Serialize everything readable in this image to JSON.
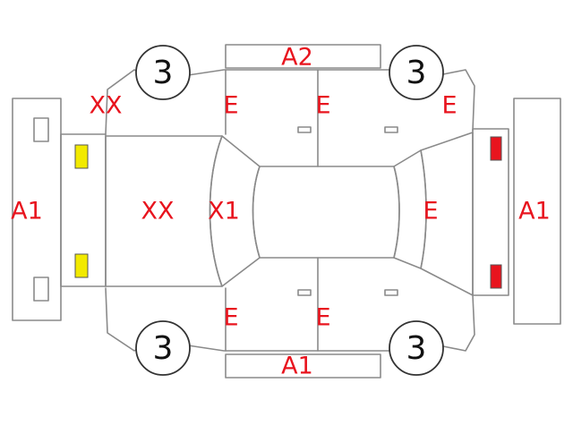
{
  "colors": {
    "label": "#e8141e",
    "outline": "#8a8a8a",
    "front_lamp": "#f2ea00",
    "rear_lamp": "#e8141e",
    "tire_text": "#111111"
  },
  "labels": {
    "left_bumper": "A1",
    "right_bumper": "A1",
    "top_sill": "A2",
    "bottom_sill": "A1",
    "front_fender_top": "XX",
    "hood": "XX",
    "windshield": "X1",
    "front_door_top": "E",
    "rear_door_top": "E",
    "rear_quarter_top": "E",
    "roof_rear": "E",
    "front_door_bottom": "E",
    "rear_door_bottom": "E"
  },
  "tires": {
    "front_left": "3",
    "rear_left": "3",
    "front_right": "3",
    "rear_right": "3"
  }
}
